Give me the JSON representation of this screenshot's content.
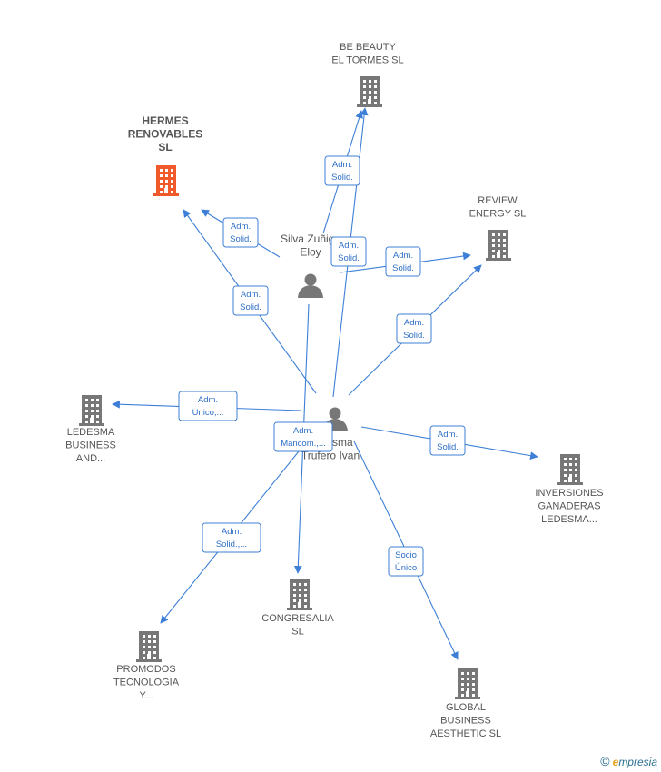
{
  "companies": [
    {
      "id": "be-beauty",
      "lines": [
        "BE BEAUTY",
        "EL TORMES  SL"
      ],
      "highlight": false
    },
    {
      "id": "hermes",
      "lines": [
        "HERMES",
        "RENOVABLES",
        "SL"
      ],
      "highlight": true
    },
    {
      "id": "review",
      "lines": [
        "REVIEW",
        "ENERGY  SL"
      ],
      "highlight": false
    },
    {
      "id": "ledesma-business",
      "lines": [
        "LEDESMA",
        "BUSINESS",
        "AND..."
      ],
      "highlight": false
    },
    {
      "id": "inversiones",
      "lines": [
        "INVERSIONES",
        "GANADERAS",
        "LEDESMA..."
      ],
      "highlight": false
    },
    {
      "id": "congresalia",
      "lines": [
        "CONGRESALIA",
        "SL"
      ],
      "highlight": false
    },
    {
      "id": "promodos",
      "lines": [
        "PROMODOS",
        "TECNOLOGIA",
        "Y..."
      ],
      "highlight": false
    },
    {
      "id": "global",
      "lines": [
        "GLOBAL",
        "BUSINESS",
        "AESTHETIC  SL"
      ],
      "highlight": false
    }
  ],
  "persons": [
    {
      "id": "silva",
      "lines": [
        "Silva Zuñiga",
        "Eloy"
      ]
    },
    {
      "id": "ledesma",
      "lines": [
        "Ledesma",
        "Trufero Ivan"
      ]
    }
  ],
  "edges": [
    {
      "from": "silva",
      "to": "be-beauty",
      "label": [
        "Adm.",
        "Solid."
      ]
    },
    {
      "from": "silva",
      "to": "hermes",
      "label": [
        "Adm.",
        "Solid."
      ]
    },
    {
      "from": "silva",
      "to": "review",
      "label": [
        "Adm.",
        "Solid."
      ]
    },
    {
      "from": "ledesma",
      "to": "be-beauty",
      "label": [
        "Adm.",
        "Solid."
      ]
    },
    {
      "from": "ledesma",
      "to": "hermes",
      "label": [
        "Adm.",
        "Solid."
      ]
    },
    {
      "from": "ledesma",
      "to": "review",
      "label": [
        "Adm.",
        "Solid."
      ]
    },
    {
      "from": "ledesma",
      "to": "ledesma-business",
      "label": [
        "Adm.",
        "Unico,..."
      ]
    },
    {
      "from": "ledesma",
      "to": "inversiones",
      "label": [
        "Adm.",
        "Solid."
      ]
    },
    {
      "from": "ledesma",
      "to": "congresalia",
      "label": [
        "Adm.",
        "Mancom.,..."
      ]
    },
    {
      "from": "ledesma",
      "to": "promodos",
      "label": [
        "Adm.",
        "Solid.,..."
      ]
    },
    {
      "from": "ledesma",
      "to": "global",
      "label": [
        "Socio",
        "Único"
      ]
    }
  ],
  "colors": {
    "edge": "#3d7fd6",
    "building": "#777777",
    "highlight": "#f0592a",
    "person": "#777777"
  },
  "icons": {
    "company": "building-icon",
    "person": "person-icon"
  },
  "watermark": {
    "copyright": "©",
    "brand_initial": "e",
    "brand_rest": "mpresia"
  }
}
